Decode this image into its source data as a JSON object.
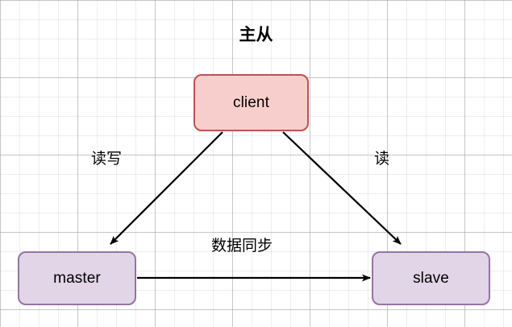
{
  "diagram": {
    "title": "主从",
    "background": {
      "grid": true,
      "minor_grid_color": "#e8e8e8",
      "major_grid_color": "#c8c8c8",
      "page_color": "#ffffff"
    },
    "nodes": [
      {
        "id": "client",
        "label": "client",
        "fill": "#f8cecc",
        "stroke": "#b85450"
      },
      {
        "id": "master",
        "label": "master",
        "fill": "#e1d5e7",
        "stroke": "#9673a6"
      },
      {
        "id": "slave",
        "label": "slave",
        "fill": "#e1d5e7",
        "stroke": "#9673a6"
      }
    ],
    "edges": [
      {
        "id": "client-to-master",
        "label": "读写",
        "from": "client",
        "to": "master",
        "stroke": "#000000",
        "arrow": "filled"
      },
      {
        "id": "client-to-slave",
        "label": "读",
        "from": "client",
        "to": "slave",
        "stroke": "#000000",
        "arrow": "filled"
      },
      {
        "id": "master-to-slave",
        "label": "数据同步",
        "from": "master",
        "to": "slave",
        "stroke": "#000000",
        "arrow": "filled"
      }
    ]
  }
}
